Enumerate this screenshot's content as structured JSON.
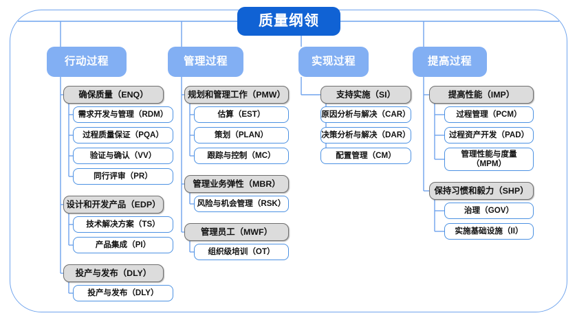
{
  "diagram": {
    "title": "质量纲领",
    "frame_color": "#6EA3ED",
    "title_color": "#1062D4",
    "header_color": "#82AFF3",
    "group_fill": "#DCDCDC",
    "group_border": "#6E6E6E",
    "leaf_border": "#4A90E2",
    "background": "#FFFFFF"
  },
  "columns": [
    {
      "header": "行动过程",
      "groups": [
        {
          "label": "确保质量（ENQ）",
          "children": [
            "需求开发与管理（RDM）",
            "过程质量保证（PQA）",
            "验证与确认（VV）",
            "同行评审（PR）"
          ]
        },
        {
          "label": "设计和开发产品（EDP）",
          "children": [
            "技术解决方案（TS）",
            "产品集成（PI）"
          ]
        },
        {
          "label": "投产与发布（DLY）",
          "children": [
            "投产与发布（DLY）"
          ]
        }
      ]
    },
    {
      "header": "管理过程",
      "groups": [
        {
          "label": "规划和管理工作（PMW）",
          "children": [
            "估算（EST）",
            "策划（PLAN）",
            "跟踪与控制（MC）"
          ]
        },
        {
          "label": "管理业务弹性（MBR）",
          "children": [
            "风险与机会管理（RSK）"
          ]
        },
        {
          "label": "管理员工（MWF）",
          "children": [
            "组织级培训（OT）"
          ]
        }
      ]
    },
    {
      "header": "实现过程",
      "groups": [
        {
          "label": "支持实施（SI）",
          "children": [
            "原因分析与解决（CAR）",
            "决策分析与解决（DAR）",
            "配置管理（CM）"
          ]
        }
      ]
    },
    {
      "header": "提高过程",
      "groups": [
        {
          "label": "提高性能（IMP）",
          "children": [
            "过程管理（PCM）",
            "过程资产开发（PAD）",
            "管理性能与度量\n（MPM）"
          ]
        },
        {
          "label": "保持习惯和毅力（SHP）",
          "children": [
            "治理（GOV）",
            "实施基础设施（II）"
          ]
        }
      ]
    }
  ]
}
